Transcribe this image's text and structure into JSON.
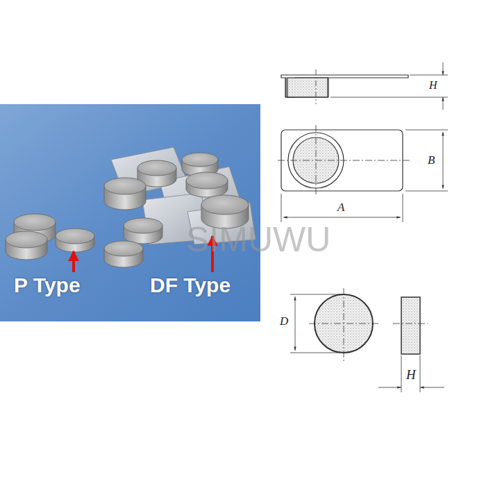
{
  "diagram": {
    "labels": [
      "P Type",
      "DF Type",
      "H",
      "B",
      "A",
      "D",
      "H",
      "SIMUWU"
    ]
  }
}
